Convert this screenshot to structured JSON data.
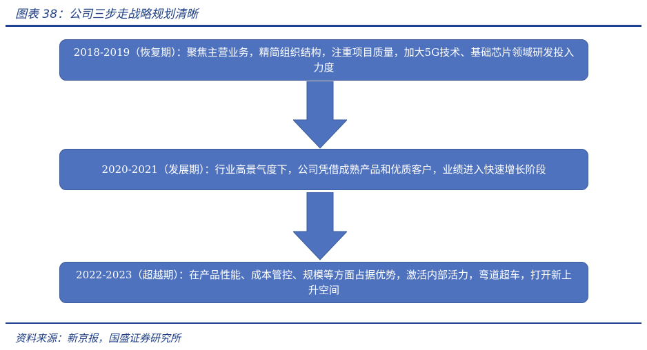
{
  "title": "图表 38：公司三步走战略规划清晰",
  "stages": [
    {
      "text": "2018-2019（恢复期）：聚焦主营业务，精简组织结构，注重项目质量，加大5G技术、基础芯片领域研发投入力度"
    },
    {
      "text": "2020-2021（发展期）：行业高景气度下，公司凭借成熟产品和优质客户，业绩进入快速增长阶段"
    },
    {
      "text": "2022-2023（超越期）：在产品性能、成本管控、规模等方面占据优势，激活内部活力，弯道超车，打开新上升空间"
    }
  ],
  "source": "资料来源：新京报，国盛证券研究所",
  "colors": {
    "box": "#4f72be",
    "accent": "#1f4390"
  }
}
